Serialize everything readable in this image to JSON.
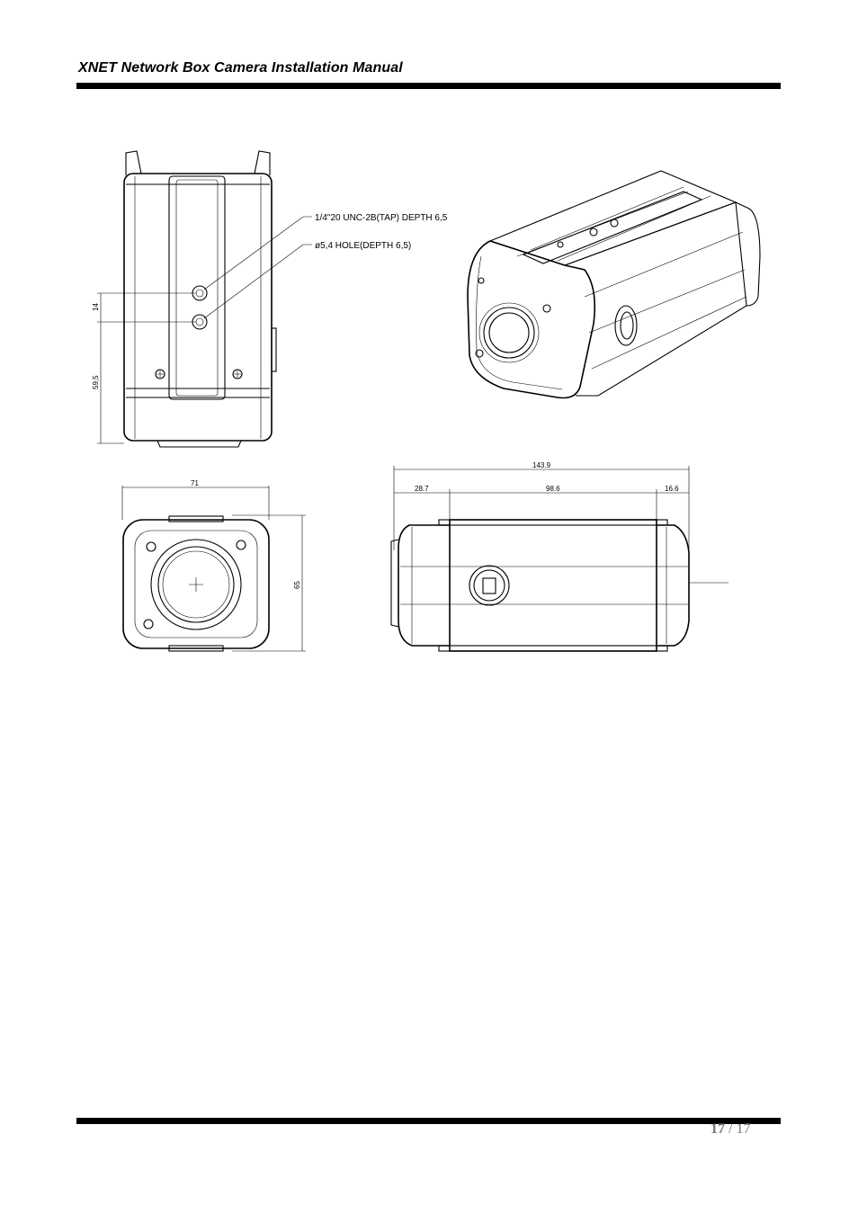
{
  "header": {
    "title": "XNET Network Box Camera Installation Manual"
  },
  "drawing": {
    "top_view": {
      "callout_tap": "1/4\"20 UNC-2B(TAP) DEPTH 6,5",
      "callout_hole": "ø5,4 HOLE(DEPTH 6,5)",
      "dim_hole_spacing": "14",
      "dim_hole_to_base": "59,5"
    },
    "front_view": {
      "dim_width": "71",
      "dim_height": "65"
    },
    "side_view": {
      "dim_total": "143.9",
      "dim_front": "28.7",
      "dim_body": "98.6",
      "dim_rear": "16.6"
    }
  },
  "footer": {
    "page_current": "17",
    "page_sep": " / ",
    "page_total": "17"
  }
}
